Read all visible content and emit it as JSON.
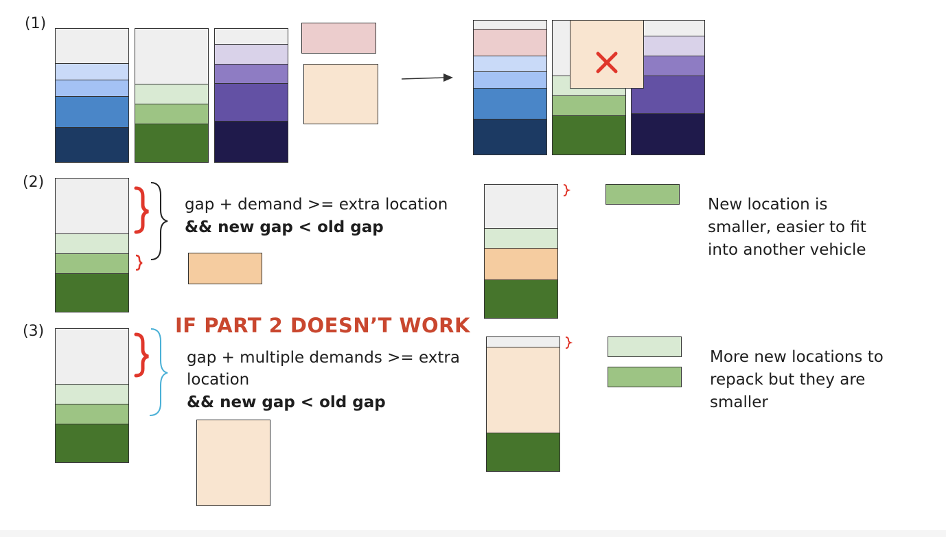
{
  "labels": {
    "s1": "(1)",
    "s2": "(2)",
    "s3": "(3)"
  },
  "section2": {
    "formula_line1": "gap + demand >= extra location",
    "formula_line2": "&& new gap < old gap",
    "note": [
      "New location is",
      "smaller, easier to fit",
      "into another vehicle"
    ]
  },
  "section3": {
    "heading": "IF PART 2 DOESN’T WORK",
    "formula_line1": "gap + multiple demands >= extra",
    "formula_line1b": "location",
    "formula_line2": "&& new gap < old gap",
    "note": [
      "More new locations to",
      "repack but they are",
      "smaller"
    ]
  },
  "icons": {
    "reject": "cross-mark-icon",
    "gap": "brace-icon",
    "flow": "arrow-right-icon"
  },
  "colors": {
    "gap": "#efefef",
    "blue1": "#c9daf8",
    "blue2": "#a4c2f4",
    "blue3": "#4a86c8",
    "blue4": "#1c3a63",
    "green1": "#d9ead3",
    "green2": "#9dc484",
    "green3": "#46752c",
    "purple1": "#d9d2e9",
    "purple2": "#8e7cc3",
    "purple3": "#6351a4",
    "purple4": "#1f1a4b",
    "pink": "#eccdcd",
    "peach": "#f9e5d0",
    "orange": "#f5cca0",
    "red": "#e0372b",
    "teal": "#4ab0d6"
  }
}
